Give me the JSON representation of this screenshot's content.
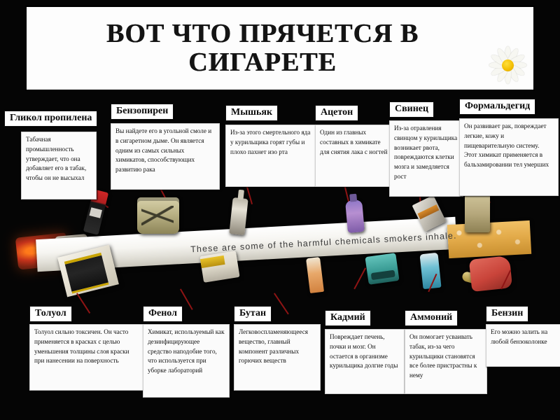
{
  "banner": {
    "title": "ВОТ ЧТО ПРЯЧЕТСЯ В СИГАРЕТЕ",
    "flower_icon": "daisy-icon"
  },
  "cigarette": {
    "caption": "These are some of the harmful chemicals smokers inhale.",
    "objects": [
      {
        "name": "nail-polish-bottle"
      },
      {
        "name": "paint-can"
      },
      {
        "name": "glue-bottle"
      },
      {
        "name": "purple-spray-bottle"
      },
      {
        "name": "razor-blade"
      },
      {
        "name": "jar-of-tobacco"
      },
      {
        "name": "matchbox"
      },
      {
        "name": "battery"
      },
      {
        "name": "orange-tube"
      },
      {
        "name": "gas-canister"
      },
      {
        "name": "blue-spray-can"
      },
      {
        "name": "red-glove"
      }
    ]
  },
  "top_items": [
    {
      "label": "Гликол пропилена",
      "text": "Табачная промышленность утверждает, что она добавляет его в табак, чтобы он не высыхал"
    },
    {
      "label": "Бензопирен",
      "text": "Вы найдете его в угольной смоле и в сигаретном дыме. Он является одним из самых сильных химикатов, способствующих развитию рака"
    },
    {
      "label": "Мышьяк",
      "text": "Из-за этого смертельного яда у курильщика горят губы и плохо пахнет изо рта"
    },
    {
      "label": "Ацетон",
      "text": "Один из главных составных в химикате для снятия лака с ногтей"
    },
    {
      "label": "Свинец",
      "text": "Из-за отравления свинцом у курильщика возникает рвота, повреждаются клетки мозга и замедляется рост"
    },
    {
      "label": "Формальдегид",
      "text": "Он развивает рак, повреждает легкие, кожу и пищеварительную систему. Этот химикат применяется в бальзамировании тел умерших"
    }
  ],
  "bottom_items": [
    {
      "label": "Толуол",
      "text": "Толуол сильно токсичен. Он часто применяется в красках с целью уменьшения толщины слоя краски при нанесении на поверхность"
    },
    {
      "label": "Фенол",
      "text": "Химикат, используемый как дезинфицирующее средство наподобие того, что используется при уборке лабораторий"
    },
    {
      "label": "Бутан",
      "text": "Легковоспламеняющееся вещество, главный компонент различных горючих веществ"
    },
    {
      "label": "Кадмий",
      "text": "Повреждает печень, почки и мозг. Он остается в организме курильщика долгие годы"
    },
    {
      "label": "Аммоний",
      "text": "Он помогает усваивать табак, из-за чего курильщики становятся все более пристрастны к нему"
    },
    {
      "label": "Бензин",
      "text": "Его можно залить на любой бензоколонке"
    }
  ],
  "colors": {
    "background": "#000000",
    "banner_bg": "#fdfdfd",
    "label_bg": "#ffffff",
    "text_dark": "#111111",
    "connector_red": "#8e1414",
    "ember_orange": "#ff7a1a",
    "filter_tan": "#e3ab4a"
  }
}
